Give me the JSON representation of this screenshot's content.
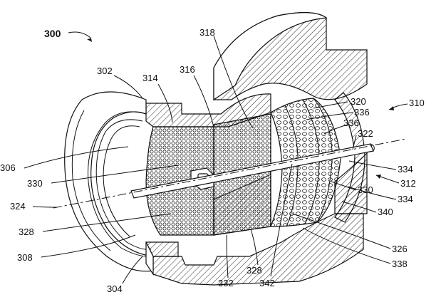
{
  "figure": {
    "number": "300",
    "labels": {
      "l302": "302",
      "l304": "304",
      "l306": "306",
      "l308": "308",
      "l310": "310",
      "l312": "312",
      "l314": "314",
      "l316": "316",
      "l318": "318",
      "l320": "320",
      "l322": "322",
      "l324": "324",
      "l326": "326",
      "l328a": "328",
      "l328b": "328",
      "l330a": "330",
      "l330b": "330",
      "l332": "332",
      "l334a": "334",
      "l334b": "334",
      "l336a": "336",
      "l336b": "336",
      "l338": "338",
      "l340": "340",
      "l342": "342"
    }
  },
  "colors": {
    "ink": "#111111",
    "paper": "#ffffff"
  }
}
